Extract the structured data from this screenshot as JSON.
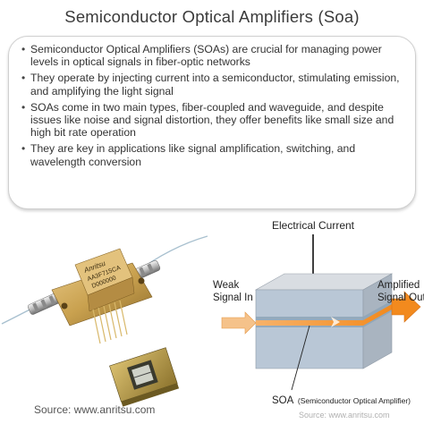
{
  "title": "Semiconductor Optical Amplifiers (Soa)",
  "bullets": [
    "Semiconductor Optical Amplifiers (SOAs) are crucial for managing power levels in optical signals in fiber-optic networks",
    "They operate by injecting current into a semiconductor, stimulating emission, and amplifying the light signal",
    "SOAs come in two main types, fiber-coupled and waveguide, and despite issues like noise and signal distortion, they offer benefits like small size and high bit rate operation",
    "They are key in applications like signal amplification, switching, and wavelength conversion"
  ],
  "bullet_glyph": "•",
  "photo": {
    "brand": "Anritsu",
    "model": "AA3F715CA",
    "serial": "D000000",
    "source": "Source: www.anritsu.com"
  },
  "diagram": {
    "top_label": "Electrical Current",
    "left_label_1": "Weak",
    "left_label_2": "Signal In",
    "right_label_1": "Amplified",
    "right_label_2": "Signal Out",
    "bottom_label_main": "SOA",
    "bottom_label_sub": "(Semiconductor Optical Amplifier)",
    "watermark": "Source: www.anritsu.com",
    "colors": {
      "beam": "#f28a1e",
      "block_front": "#b9c7d6",
      "block_top": "#d9dde2",
      "block_side": "#a9b4c0",
      "active_layer": "#8da4b8"
    }
  },
  "colors": {
    "title": "#3a3a3a",
    "text": "#333333",
    "card_border": "#cfcfcf"
  }
}
